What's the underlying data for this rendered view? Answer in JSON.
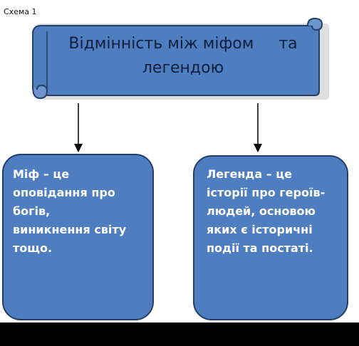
{
  "caption": "Схема 1",
  "title": {
    "line1": "Відмінність між міфом     та",
    "line2": "легендою"
  },
  "left_box": {
    "lines": [
      "Міф – це",
      "оповідання про",
      "богів,",
      "виникнення світу",
      "тощо."
    ]
  },
  "right_box": {
    "lines": [
      "Легенда – це",
      "історії про героїв-",
      "людей, основою",
      "яких є історичні",
      "події та постаті."
    ]
  },
  "colors": {
    "box_fill": "#4f7ec0",
    "box_border": "#233f66",
    "title_text": "#0f1f3d",
    "box_text": "#ffffff",
    "bottom_bar": "#000000"
  }
}
